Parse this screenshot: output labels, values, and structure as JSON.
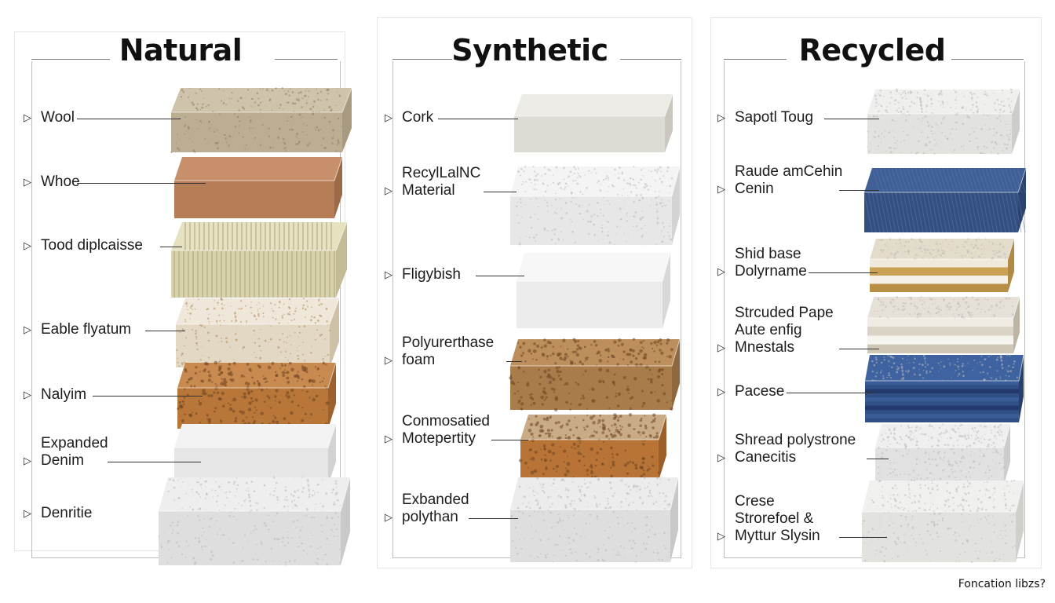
{
  "columns": [
    {
      "key": "natural",
      "title": "Natural",
      "items": [
        {
          "label": "Wool",
          "top": "#cfc3ac",
          "front": "#bcae93",
          "side": "#a89a80",
          "texture": "stone"
        },
        {
          "label": "Whoe",
          "top": "#c7906b",
          "front": "#b77d56",
          "side": "#9d6a47",
          "texture": "plain"
        },
        {
          "label": "Tood diplcaisse",
          "top": "#e6e1c0",
          "front": "#d8d2ad",
          "side": "#c2bb95",
          "texture": "ribs"
        },
        {
          "label": "Eable flyatum",
          "top": "#efe7d9",
          "front": "#e3d8c4",
          "side": "#cfc1a8",
          "texture": "fleck"
        },
        {
          "label": "Nalyim",
          "top": "#c98a4f",
          "front": "#b87638",
          "side": "#9c612c",
          "texture": "sponge"
        },
        {
          "label": "Expanded\nDenim",
          "top": "#f3f3f3",
          "front": "#e6e6e6",
          "side": "#d2d2d2",
          "texture": "plain"
        },
        {
          "label": "Denritie",
          "top": "#eeeeee",
          "front": "#dedede",
          "side": "#c9c9c9",
          "texture": "speck"
        }
      ]
    },
    {
      "key": "synthetic",
      "title": "Synthetic",
      "items": [
        {
          "label": "Cork",
          "top": "#ecebe6",
          "front": "#dddbd4",
          "side": "#c9c7bf",
          "texture": "plain"
        },
        {
          "label": "RecylLalNC\nMaterial",
          "top": "#f4f4f4",
          "front": "#e7e7e7",
          "side": "#d3d3d3",
          "texture": "speck"
        },
        {
          "label": "Fligybish",
          "top": "#f7f7f7",
          "front": "#ececec",
          "side": "#d8d8d8",
          "texture": "plain"
        },
        {
          "label": "Polyurerthase\nfoam",
          "top": "#bd8f5d",
          "front": "#a97c4c",
          "side": "#8f683e",
          "texture": "sponge"
        },
        {
          "label": "Conmosatied\nMotepertity",
          "top": "#c9ab86",
          "front": "#b87436",
          "side": "#9c5f2a",
          "texture": "sponge"
        },
        {
          "label": "Exbanded\npolythan",
          "top": "#ececec",
          "front": "#dedede",
          "side": "#c8c8c8",
          "texture": "speck"
        }
      ]
    },
    {
      "key": "recycled",
      "title": "Recycled",
      "items": [
        {
          "label": "Sapotl Toug",
          "top": "#efefed",
          "front": "#e2e2df",
          "side": "#cdcdca",
          "texture": "speck"
        },
        {
          "label": "Raude amCehin\nCenin",
          "top": "#3f5f96",
          "front": "#334f82",
          "side": "#2a426e",
          "texture": "weave"
        },
        {
          "label": "Shid base\nDolyrname",
          "top": "#e3dccb",
          "front": "#c9a255",
          "side": "#b08a45",
          "texture": "layers"
        },
        {
          "label": "Strcuded Pape\nAute enfig\nMnestals",
          "top": "#e6e1d6",
          "front": "#d4cdbd",
          "side": "#bdb5a4",
          "texture": "layers2"
        },
        {
          "label": "Pacese",
          "top": "#3e63a0",
          "front": "#2f4f86",
          "side": "#273f6c",
          "texture": "stack"
        },
        {
          "label": "Shread polystrone\nCanecitis",
          "top": "#efefef",
          "front": "#e1e1e1",
          "side": "#cccccc",
          "texture": "speck"
        },
        {
          "label": "Crese\nStrorefoel &\nMyttur Slysin",
          "top": "#f0f0ee",
          "front": "#e2e2df",
          "side": "#cfcfcc",
          "texture": "speck"
        }
      ]
    }
  ],
  "footer": "Foncation libzs?"
}
